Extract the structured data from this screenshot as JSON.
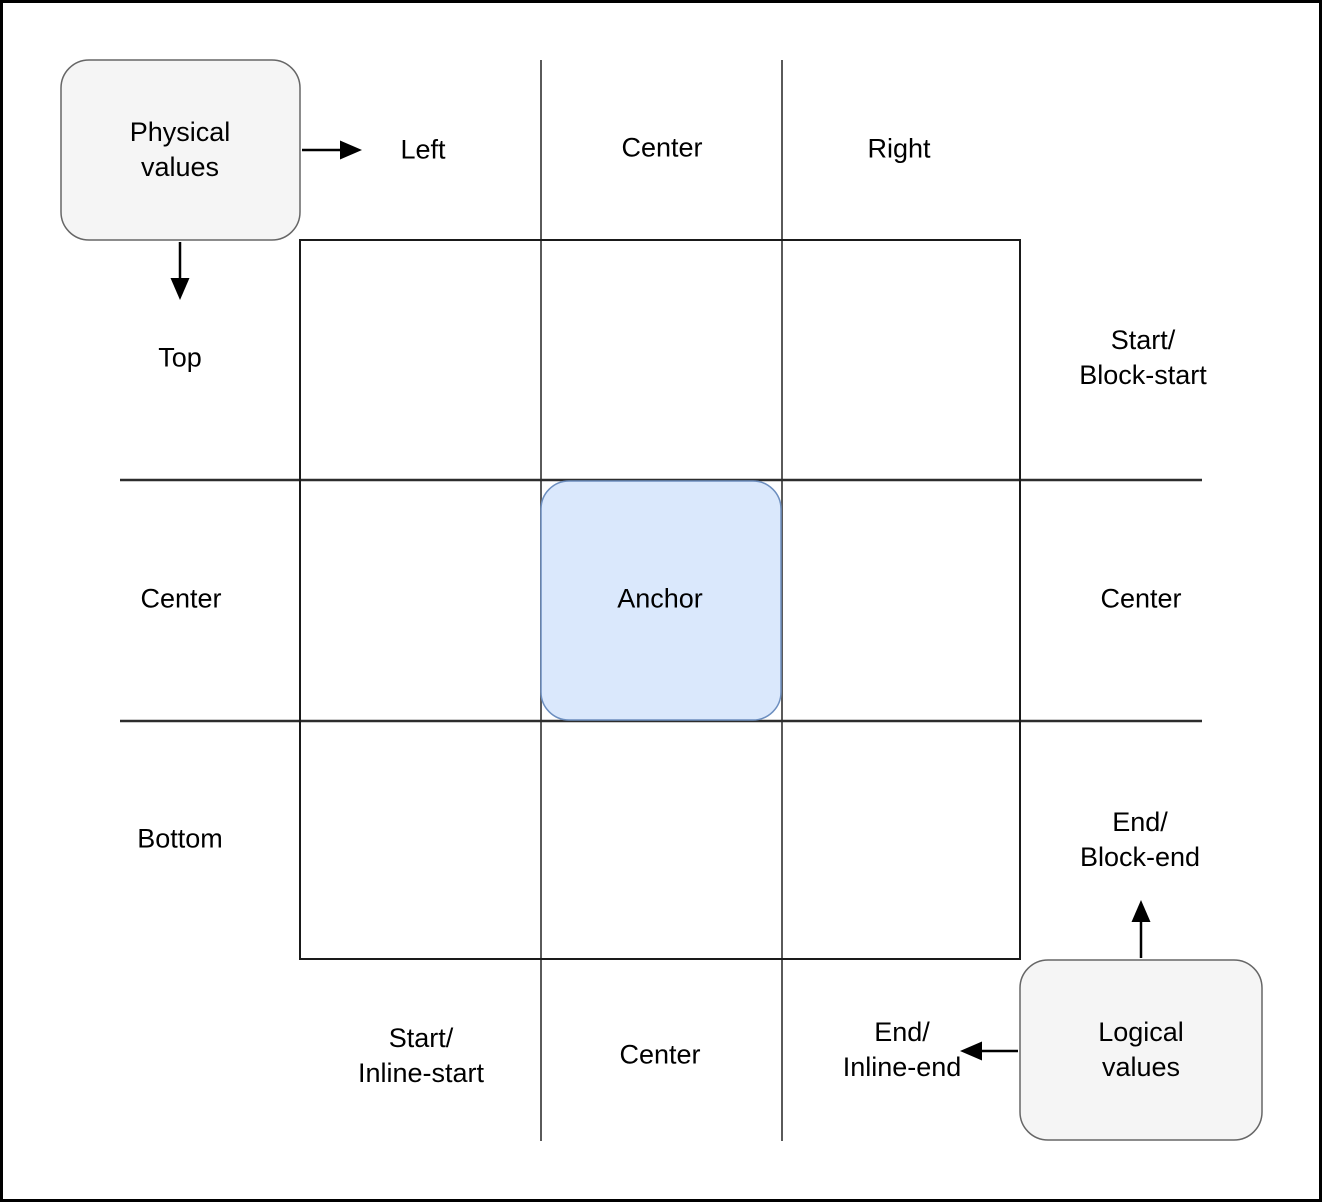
{
  "colors": {
    "background": "#ffffff",
    "text": "#000000",
    "anchor_fill": "#dae8fc",
    "anchor_stroke": "#6c8ebf",
    "values_box_fill": "#f5f5f5",
    "values_box_stroke": "#666666",
    "grid_box_stroke": "#1a1a1a",
    "grid_h_line": "#2d2d2d",
    "grid_v_line": "#5a5a5a",
    "arrow": "#000000"
  },
  "boxes": {
    "physical_values": "Physical\nvalues",
    "logical_values": "Logical\nvalues",
    "anchor": "Anchor"
  },
  "labels": {
    "top": [
      "Left",
      "Center",
      "Right"
    ],
    "left": [
      "Top",
      "Center",
      "Bottom"
    ],
    "right": [
      "Start/\nBlock-start",
      "Center",
      "End/\nBlock-end"
    ],
    "bottom": [
      "Start/\nInline-start",
      "Center",
      "End/\nInline-end"
    ]
  }
}
